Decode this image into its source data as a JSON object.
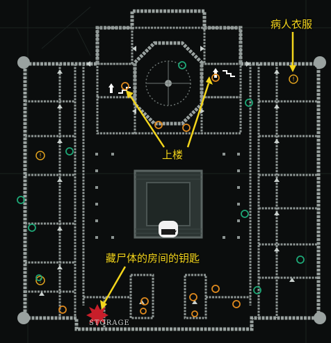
{
  "annotations": {
    "patient_clothes": "病人衣服",
    "upstairs": "上楼",
    "corpse_room_key": "藏尸体的房间的钥匙"
  },
  "labels": {
    "storage": "STORAGE"
  },
  "colors": {
    "background": "#0b0d0d",
    "wall": "#9aa2a0",
    "annotation": "#f4d61c",
    "item_marker": "#e08a1e",
    "save_marker": "#1ea877",
    "storage_icon": "#c81e2a"
  },
  "icons": [
    "info-marker-icon",
    "item-marker-icon",
    "save-point-icon",
    "stairs-up-icon",
    "stairs-down-icon",
    "storage-icon"
  ]
}
